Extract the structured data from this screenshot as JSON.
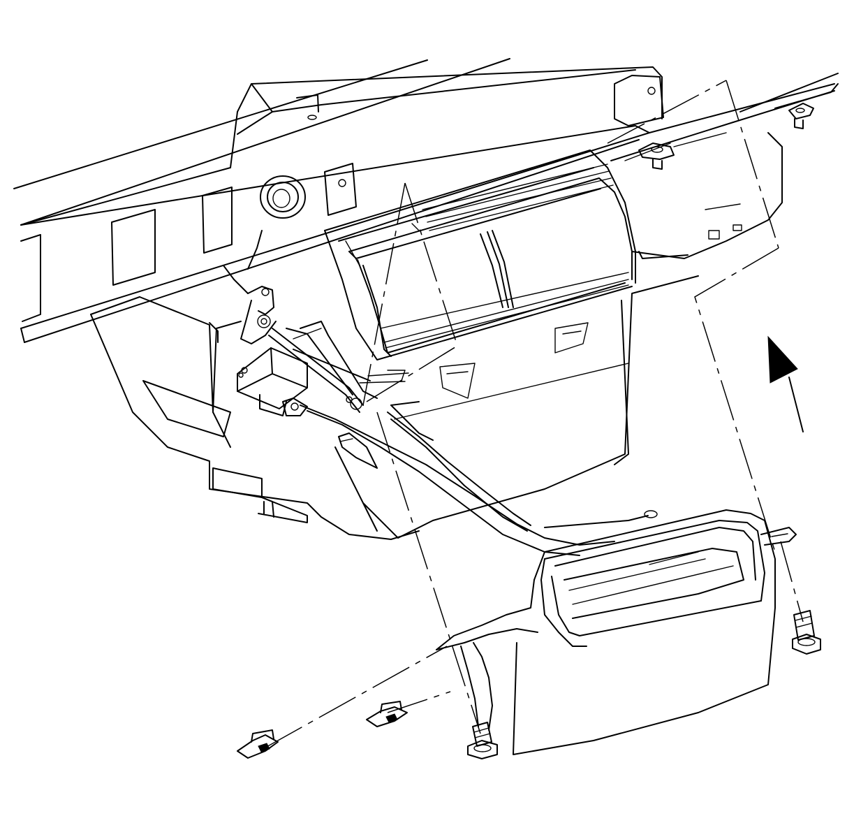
{
  "diagram": {
    "parts": [
      {
        "id": "cross-car-beam",
        "icon": "beam-icon"
      },
      {
        "id": "hvac-module-housing",
        "icon": "housing-icon"
      },
      {
        "id": "blower-housing",
        "icon": "blower-icon"
      },
      {
        "id": "mode-door-actuator",
        "icon": "actuator-icon"
      },
      {
        "id": "control-cable",
        "icon": "cable-icon"
      },
      {
        "id": "air-outlet-duct",
        "icon": "duct-icon"
      },
      {
        "id": "retaining-clip-left",
        "icon": "clip-icon"
      },
      {
        "id": "retaining-clip-right",
        "icon": "clip-icon"
      },
      {
        "id": "bolt-left",
        "icon": "bolt-icon"
      },
      {
        "id": "bolt-right",
        "icon": "bolt-icon"
      },
      {
        "id": "direction-arrow",
        "icon": "arrow-up-icon"
      }
    ],
    "colors": {
      "line": "#000000",
      "background": "#ffffff"
    }
  }
}
